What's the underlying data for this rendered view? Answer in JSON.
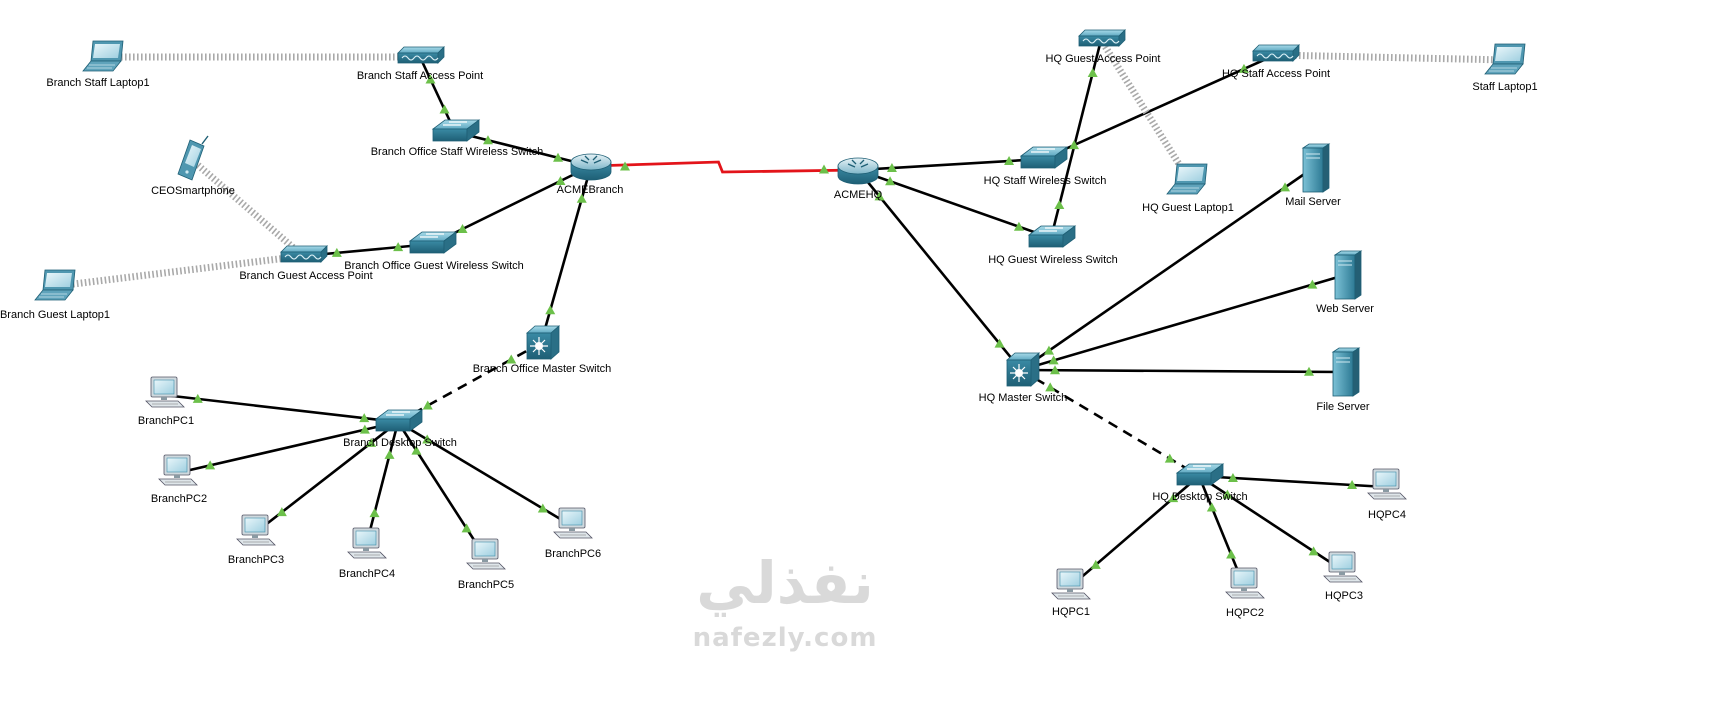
{
  "diagram": {
    "devices": [
      {
        "id": "branch_staff_laptop1",
        "label": "Branch Staff Laptop1",
        "kind": "laptop",
        "icon": "laptop-icon"
      },
      {
        "id": "branch_staff_ap",
        "label": "Branch Staff Access Point",
        "kind": "access-point",
        "icon": "access-point-icon"
      },
      {
        "id": "branch_staff_wsw",
        "label": "Branch Office Staff Wireless Switch",
        "kind": "switch",
        "icon": "switch-icon"
      },
      {
        "id": "ceo_smartphone",
        "label": "CEOSmartphone",
        "kind": "smartphone",
        "icon": "smartphone-icon"
      },
      {
        "id": "acme_branch",
        "label": "ACMEBranch",
        "kind": "router",
        "icon": "router-icon"
      },
      {
        "id": "branch_guest_ap",
        "label": "Branch Guest Access Point",
        "kind": "access-point",
        "icon": "access-point-icon"
      },
      {
        "id": "branch_guest_wsw",
        "label": "Branch Office Guest Wireless Switch",
        "kind": "switch",
        "icon": "switch-icon"
      },
      {
        "id": "branch_guest_laptop1",
        "label": "Branch Guest Laptop1",
        "kind": "laptop",
        "icon": "laptop-icon"
      },
      {
        "id": "branch_master_sw",
        "label": "Branch Office Master Switch",
        "kind": "multilayer-switch",
        "icon": "multilayer-switch-icon"
      },
      {
        "id": "branch_desktop_sw",
        "label": "Branch Desktop Switch",
        "kind": "switch",
        "icon": "switch-icon"
      },
      {
        "id": "branchpc1",
        "label": "BranchPC1",
        "kind": "pc",
        "icon": "pc-icon"
      },
      {
        "id": "branchpc2",
        "label": "BranchPC2",
        "kind": "pc",
        "icon": "pc-icon"
      },
      {
        "id": "branchpc3",
        "label": "BranchPC3",
        "kind": "pc",
        "icon": "pc-icon"
      },
      {
        "id": "branchpc4",
        "label": "BranchPC4",
        "kind": "pc",
        "icon": "pc-icon"
      },
      {
        "id": "branchpc5",
        "label": "BranchPC5",
        "kind": "pc",
        "icon": "pc-icon"
      },
      {
        "id": "branchpc6",
        "label": "BranchPC6",
        "kind": "pc",
        "icon": "pc-icon"
      },
      {
        "id": "acme_hq",
        "label": "ACMEHQ",
        "kind": "router",
        "icon": "router-icon"
      },
      {
        "id": "hq_guest_ap",
        "label": "HQ Guest Access Point",
        "kind": "access-point",
        "icon": "access-point-icon"
      },
      {
        "id": "hq_staff_ap",
        "label": "HQ Staff Access Point",
        "kind": "access-point",
        "icon": "access-point-icon"
      },
      {
        "id": "staff_laptop1",
        "label": "Staff Laptop1",
        "kind": "laptop",
        "icon": "laptop-icon"
      },
      {
        "id": "hq_staff_wsw",
        "label": "HQ Staff Wireless Switch",
        "kind": "switch",
        "icon": "switch-icon"
      },
      {
        "id": "hq_guest_laptop1",
        "label": "HQ Guest Laptop1",
        "kind": "laptop",
        "icon": "laptop-icon"
      },
      {
        "id": "mail_server",
        "label": "Mail Server",
        "kind": "server",
        "icon": "server-icon"
      },
      {
        "id": "hq_guest_wsw",
        "label": "HQ Guest Wireless Switch",
        "kind": "switch",
        "icon": "switch-icon"
      },
      {
        "id": "web_server",
        "label": "Web Server",
        "kind": "server",
        "icon": "server-icon"
      },
      {
        "id": "hq_master_sw",
        "label": "HQ Master Switch",
        "kind": "multilayer-switch",
        "icon": "multilayer-switch-icon"
      },
      {
        "id": "file_server",
        "label": "File Server",
        "kind": "server",
        "icon": "server-icon"
      },
      {
        "id": "hq_desktop_sw",
        "label": "HQ Desktop Switch",
        "kind": "switch",
        "icon": "switch-icon"
      },
      {
        "id": "hqpc1",
        "label": "HQPC1",
        "kind": "pc",
        "icon": "pc-icon"
      },
      {
        "id": "hqpc2",
        "label": "HQPC2",
        "kind": "pc",
        "icon": "pc-icon"
      },
      {
        "id": "hqpc3",
        "label": "HQPC3",
        "kind": "pc",
        "icon": "pc-icon"
      },
      {
        "id": "hqpc4",
        "label": "HQPC4",
        "kind": "pc",
        "icon": "pc-icon"
      }
    ],
    "links": [
      {
        "from": "branch_staff_laptop1",
        "to": "branch_staff_ap",
        "type": "wireless"
      },
      {
        "from": "branch_staff_ap",
        "to": "branch_staff_wsw",
        "type": "straight"
      },
      {
        "from": "branch_staff_wsw",
        "to": "acme_branch",
        "type": "straight"
      },
      {
        "from": "ceo_smartphone",
        "to": "branch_guest_ap",
        "type": "wireless"
      },
      {
        "from": "branch_guest_laptop1",
        "to": "branch_guest_ap",
        "type": "wireless"
      },
      {
        "from": "branch_guest_ap",
        "to": "branch_guest_wsw",
        "type": "straight"
      },
      {
        "from": "branch_guest_wsw",
        "to": "acme_branch",
        "type": "straight"
      },
      {
        "from": "branch_master_sw",
        "to": "acme_branch",
        "type": "straight"
      },
      {
        "from": "branch_master_sw",
        "to": "branch_desktop_sw",
        "type": "crossover"
      },
      {
        "from": "branch_desktop_sw",
        "to": "branchpc1",
        "type": "straight"
      },
      {
        "from": "branch_desktop_sw",
        "to": "branchpc2",
        "type": "straight"
      },
      {
        "from": "branch_desktop_sw",
        "to": "branchpc3",
        "type": "straight"
      },
      {
        "from": "branch_desktop_sw",
        "to": "branchpc4",
        "type": "straight"
      },
      {
        "from": "branch_desktop_sw",
        "to": "branchpc5",
        "type": "straight"
      },
      {
        "from": "branch_desktop_sw",
        "to": "branchpc6",
        "type": "straight"
      },
      {
        "from": "acme_branch",
        "to": "acme_hq",
        "type": "serial"
      },
      {
        "from": "acme_hq",
        "to": "hq_staff_wsw",
        "type": "straight"
      },
      {
        "from": "acme_hq",
        "to": "hq_guest_wsw",
        "type": "straight"
      },
      {
        "from": "acme_hq",
        "to": "hq_master_sw",
        "type": "straight"
      },
      {
        "from": "hq_staff_wsw",
        "to": "hq_staff_ap",
        "type": "straight"
      },
      {
        "from": "hq_guest_wsw",
        "to": "hq_guest_ap",
        "type": "straight"
      },
      {
        "from": "hq_staff_ap",
        "to": "staff_laptop1",
        "type": "wireless"
      },
      {
        "from": "hq_guest_ap",
        "to": "hq_guest_laptop1",
        "type": "wireless"
      },
      {
        "from": "hq_master_sw",
        "to": "mail_server",
        "type": "straight"
      },
      {
        "from": "hq_master_sw",
        "to": "web_server",
        "type": "straight"
      },
      {
        "from": "hq_master_sw",
        "to": "file_server",
        "type": "straight"
      },
      {
        "from": "hq_master_sw",
        "to": "hq_desktop_sw",
        "type": "crossover"
      },
      {
        "from": "hq_desktop_sw",
        "to": "hqpc1",
        "type": "straight"
      },
      {
        "from": "hq_desktop_sw",
        "to": "hqpc2",
        "type": "straight"
      },
      {
        "from": "hq_desktop_sw",
        "to": "hqpc3",
        "type": "straight"
      },
      {
        "from": "hq_desktop_sw",
        "to": "hqpc4",
        "type": "straight"
      }
    ]
  },
  "watermark": {
    "arabic": "نفذلي",
    "latin": "nafezly.com"
  },
  "colors": {
    "link_up": "#6cc04a",
    "serial": "#e3141a",
    "device": "#3f8ea8",
    "cable": "#000000",
    "wireless": "#a9a9a9"
  }
}
